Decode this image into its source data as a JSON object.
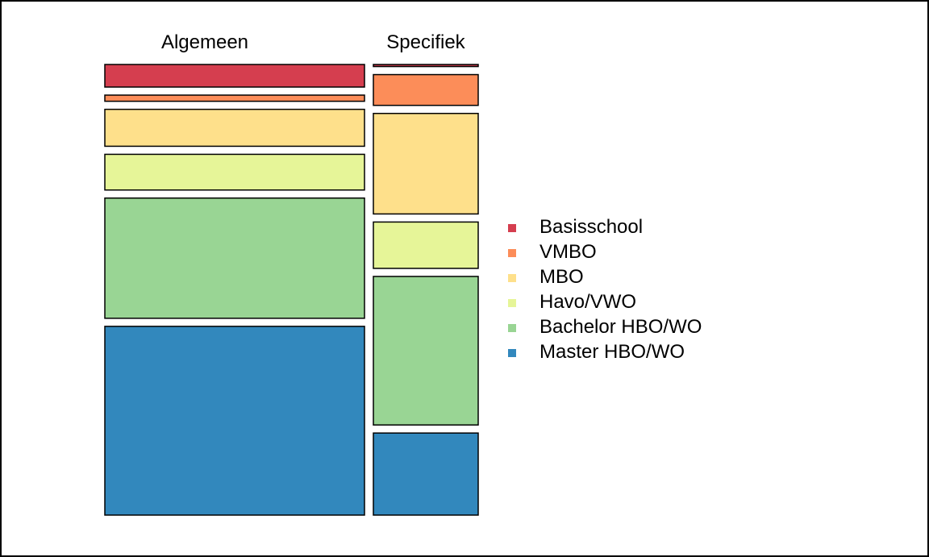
{
  "chart_data": {
    "type": "mosaic",
    "categories": [
      "Algemeen",
      "Specifiek"
    ],
    "column_shares": [
      0.71,
      0.29
    ],
    "series": [
      {
        "name": "Basisschool",
        "color": "#d53e4f",
        "values": [
          0.055,
          0.005
        ]
      },
      {
        "name": "VMBO",
        "color": "#fc8d59",
        "values": [
          0.015,
          0.075
        ]
      },
      {
        "name": "MBO",
        "color": "#fee08b",
        "values": [
          0.09,
          0.245
        ]
      },
      {
        "name": "Havo/VWO",
        "color": "#e6f598",
        "values": [
          0.087,
          0.113
        ]
      },
      {
        "name": "Bachelor HBO/WO",
        "color": "#99d594",
        "values": [
          0.293,
          0.362
        ]
      },
      {
        "name": "Master HBO/WO",
        "color": "#3288bd",
        "values": [
          0.46,
          0.2
        ]
      }
    ],
    "legend_position": "right",
    "grid": false
  }
}
